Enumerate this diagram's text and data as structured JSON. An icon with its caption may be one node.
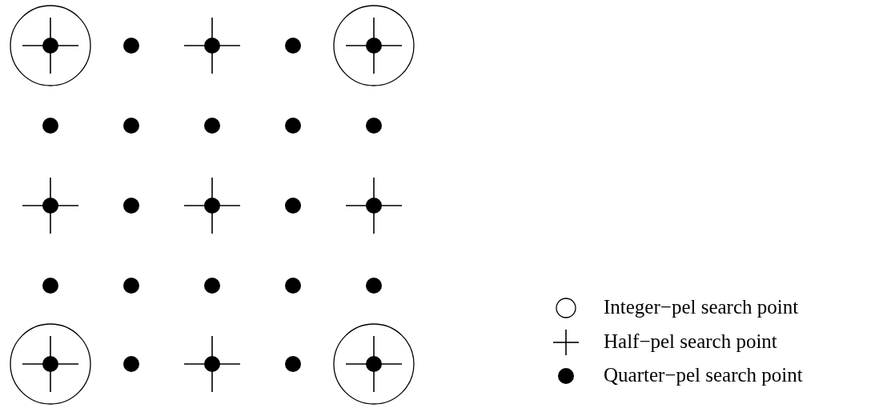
{
  "diagram": {
    "legend": [
      {
        "text": "Integer−pel search point"
      },
      {
        "text": "Half−pel search point"
      },
      {
        "text": "Quarter−pel search point"
      }
    ]
  }
}
